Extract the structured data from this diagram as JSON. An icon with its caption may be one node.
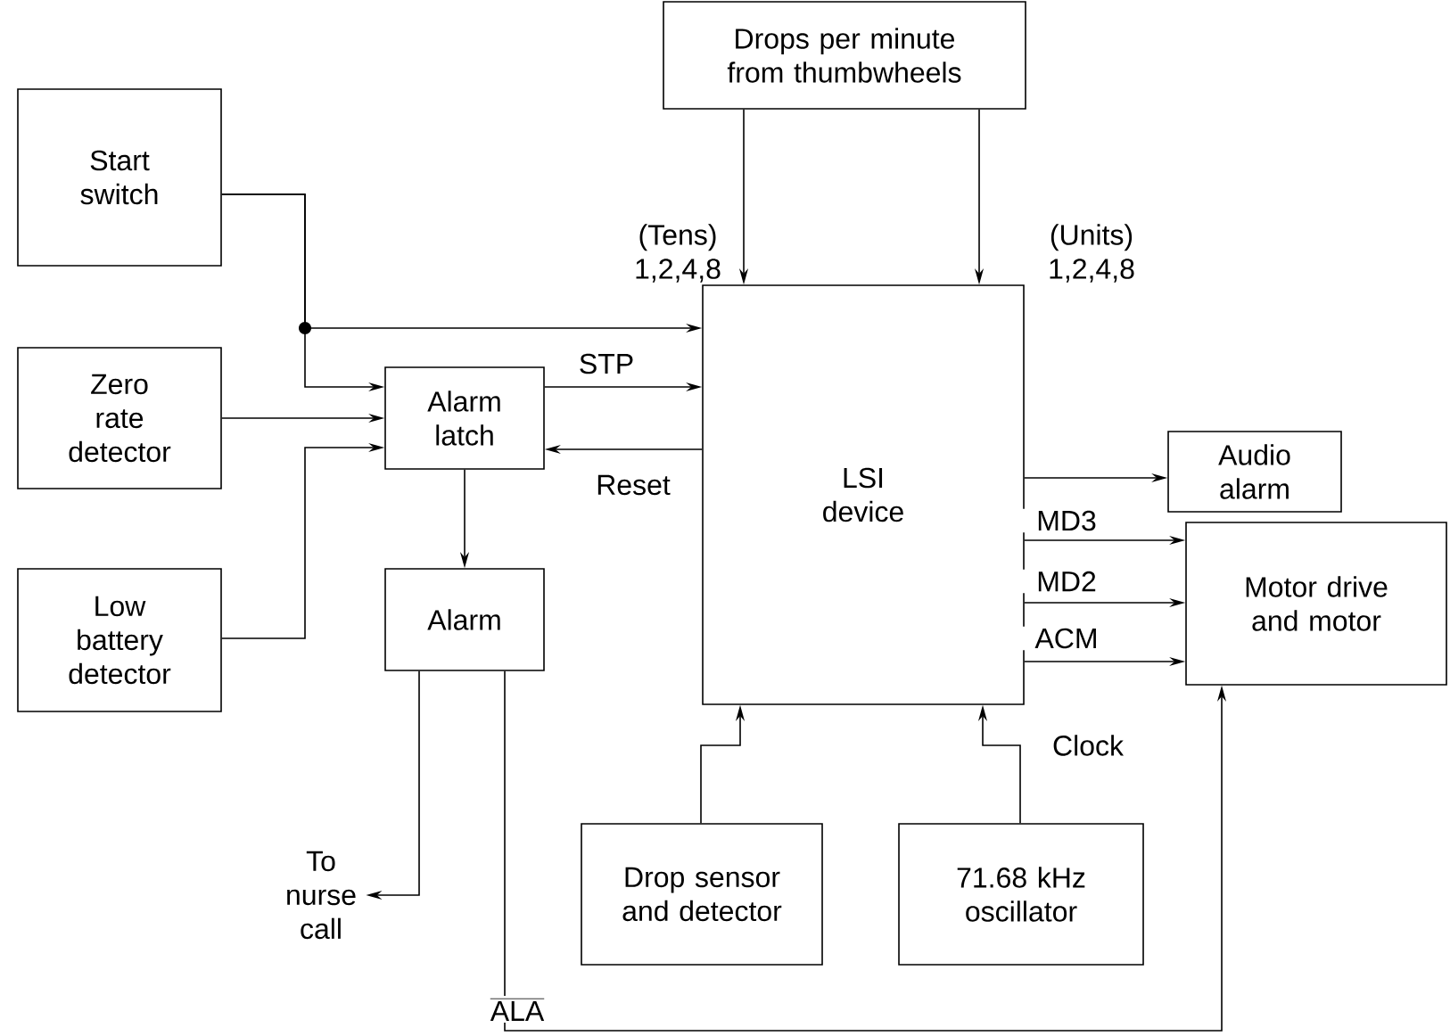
{
  "diagram": {
    "nodes": [
      {
        "text": [
          "Start switch"
        ]
      },
      {
        "text": [
          "Zero rate detector"
        ]
      },
      {
        "text": [
          "Low battery detector"
        ]
      },
      {
        "text": [
          "Alarm latch"
        ]
      },
      {
        "text": [
          "Alarm"
        ]
      },
      {
        "text": [
          "Drops per minute from thumbwheels"
        ]
      },
      {
        "text": [
          "LSI device"
        ]
      },
      {
        "text": [
          "Audio alarm"
        ]
      },
      {
        "text": [
          "Motor drive and motor"
        ]
      },
      {
        "text": [
          "Drop sensor and detector"
        ]
      },
      {
        "text": [
          "71.68 kHz oscillator"
        ]
      },
      {
        "text": [
          "To nurse call"
        ]
      }
    ],
    "edges": [
      {
        "from": 0,
        "to": 6,
        "arrow": "to"
      },
      {
        "from": 0,
        "to": 3,
        "arrow": "to"
      },
      {
        "from": 1,
        "to": 3,
        "arrow": "to"
      },
      {
        "from": 2,
        "to": 3,
        "arrow": "to"
      },
      {
        "from": 3,
        "to": 6,
        "arrow": "to",
        "label": "STP"
      },
      {
        "from": 6,
        "to": 3,
        "arrow": "to",
        "label": "Reset"
      },
      {
        "from": 3,
        "to": 4,
        "arrow": "to"
      },
      {
        "from": 5,
        "to": 6,
        "arrow": "to",
        "label": "(Tens) 1,2,4,8"
      },
      {
        "from": 5,
        "to": 6,
        "arrow": "to",
        "label": "(Units) 1,2,4,8"
      },
      {
        "from": 6,
        "to": 7,
        "arrow": "to"
      },
      {
        "from": 6,
        "to": 8,
        "arrow": "to",
        "label": "MD3"
      },
      {
        "from": 6,
        "to": 8,
        "arrow": "to",
        "label": "MD2"
      },
      {
        "from": 6,
        "to": 8,
        "arrow": "to",
        "label": "ACM"
      },
      {
        "from": 9,
        "to": 6,
        "arrow": "to"
      },
      {
        "from": 10,
        "to": 6,
        "arrow": "to",
        "label": "Clock"
      },
      {
        "from": 4,
        "to": 11,
        "arrow": "to"
      },
      {
        "from": 4,
        "to": 8,
        "arrow": "to",
        "label": "ALA"
      }
    ]
  }
}
